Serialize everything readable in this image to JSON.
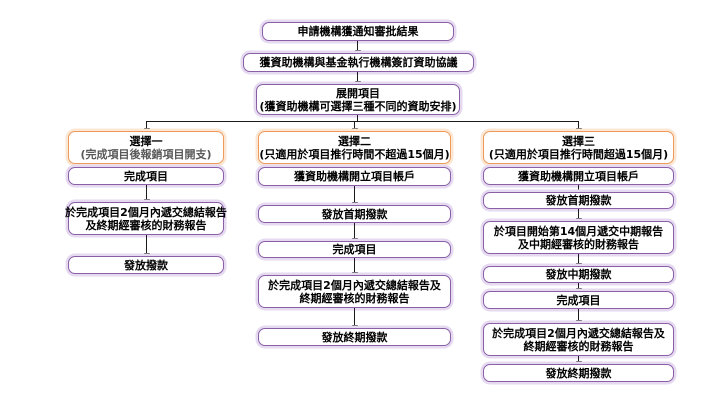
{
  "colors": {
    "background": "#ffffff",
    "purple_border": "#8a5fa8",
    "purple_glow": "#e5daf0",
    "orange_border": "#ee9a5b",
    "orange_glow": "#fbe7d4",
    "connector": "#1a1a1a",
    "text": "#000000",
    "muted_text": "#595959"
  },
  "flow": {
    "top_steps": [
      {
        "lines": [
          "申請機構獲通知審批結果"
        ]
      },
      {
        "lines": [
          "獲資助機構與基金執行機構簽訂資助協議"
        ]
      },
      {
        "lines": [
          "展開項目",
          "(獲資助機構可選擇三種不同的資助安排)"
        ]
      }
    ],
    "options": [
      {
        "header": {
          "lines": [
            "選擇一",
            "(完成項目後報銷項目開支)"
          ]
        },
        "steps": [
          {
            "lines": [
              "完成項目"
            ]
          },
          {
            "lines": [
              "於完成項目2個月內遞交總結報告",
              "及終期經審核的財務報告"
            ]
          },
          {
            "lines": [
              "發放撥款"
            ]
          }
        ]
      },
      {
        "header": {
          "lines": [
            "選擇二",
            "(只適用於項目推行時間不超過15個月)"
          ]
        },
        "steps": [
          {
            "lines": [
              "獲資助機構開立項目帳戶"
            ]
          },
          {
            "lines": [
              "發放首期撥款"
            ]
          },
          {
            "lines": [
              "完成項目"
            ]
          },
          {
            "lines": [
              "於完成項目2個月內遞交總結報告及",
              "終期經審核的財務報告"
            ]
          },
          {
            "lines": [
              "發放終期撥款"
            ]
          }
        ]
      },
      {
        "header": {
          "lines": [
            "選擇三",
            "(只適用於項目推行時間超過15個月)"
          ]
        },
        "steps": [
          {
            "lines": [
              "獲資助機構開立項目帳戶"
            ]
          },
          {
            "lines": [
              "發放首期撥款"
            ]
          },
          {
            "lines": [
              "於項目開始第14個月遞交中期報告",
              "及中期經審核的財務報告"
            ]
          },
          {
            "lines": [
              "發放中期撥款"
            ]
          },
          {
            "lines": [
              "完成項目"
            ]
          },
          {
            "lines": [
              "於完成項目2個月內遞交總結報告及",
              "終期經審核的財務報告"
            ]
          },
          {
            "lines": [
              "發放終期撥款"
            ]
          }
        ]
      }
    ]
  }
}
